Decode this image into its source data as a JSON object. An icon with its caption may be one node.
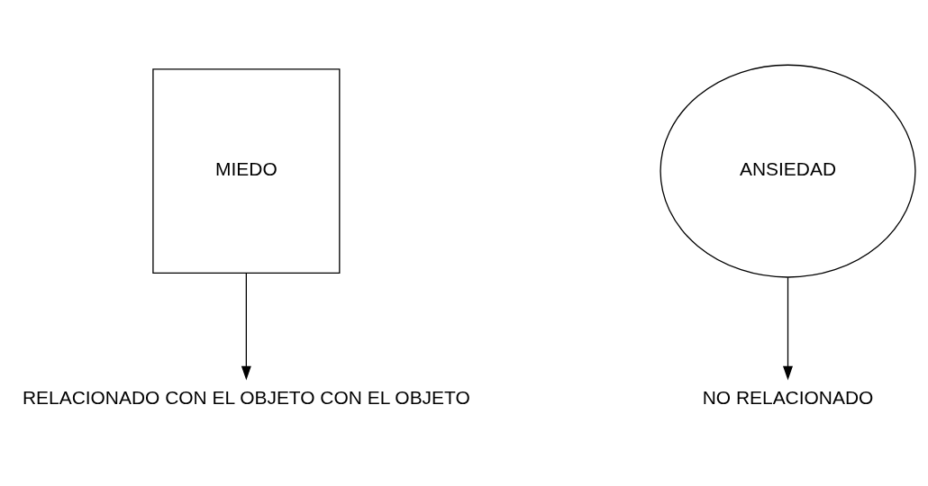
{
  "diagram": {
    "nodes": [
      {
        "text": [
          "MIEDO"
        ]
      },
      {
        "text": [
          "ANSIEDAD"
        ]
      },
      {
        "text": [
          "RELACIONADO CON EL OBJETO CON EL OBJETO"
        ]
      },
      {
        "text": [
          "NO RELACIONADO"
        ]
      }
    ],
    "edges": [
      {
        "from": 0,
        "to": 2,
        "arrow": "to"
      },
      {
        "from": 1,
        "to": 3,
        "arrow": "to"
      }
    ]
  }
}
